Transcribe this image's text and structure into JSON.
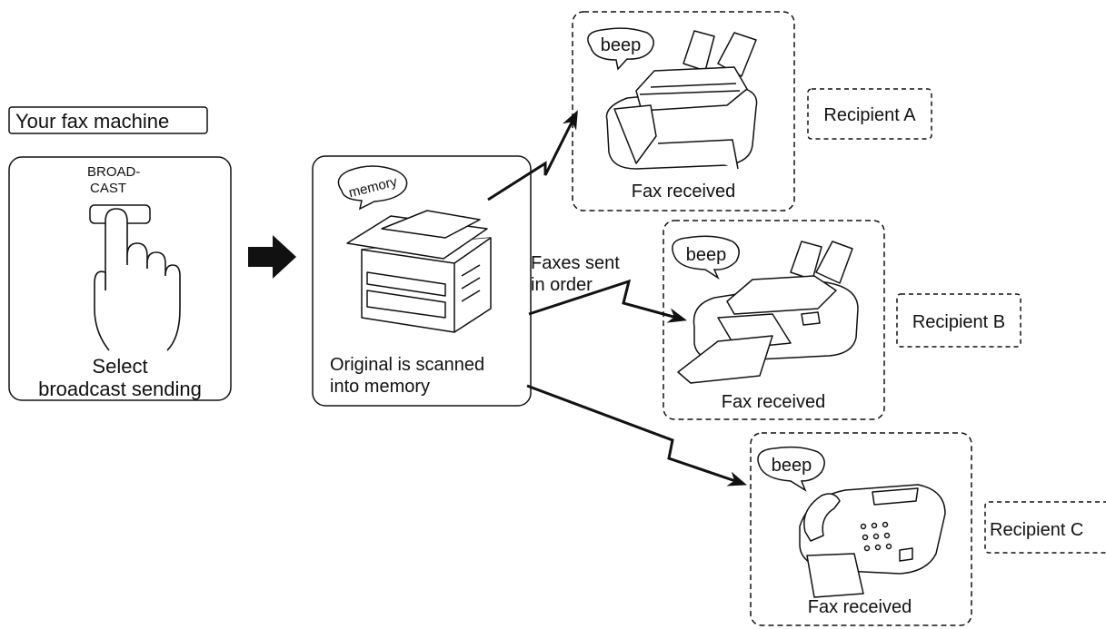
{
  "source_label": "Your fax machine",
  "broadcast_key": {
    "line1": "BROAD-",
    "line2": "CAST"
  },
  "select_caption": {
    "line1": "Select",
    "line2": "broadcast sending"
  },
  "memory_bubble": "memory",
  "scan_caption": {
    "line1": "Original is scanned",
    "line2": "into memory"
  },
  "sending_note": {
    "line1": "Faxes sent",
    "line2": "in order"
  },
  "recipients": [
    {
      "label": "Recipient A",
      "bubble": "beep",
      "caption": "Fax received"
    },
    {
      "label": "Recipient B",
      "bubble": "beep",
      "caption": "Fax received"
    },
    {
      "label": "Recipient C",
      "bubble": "beep",
      "caption": "Fax received"
    }
  ]
}
